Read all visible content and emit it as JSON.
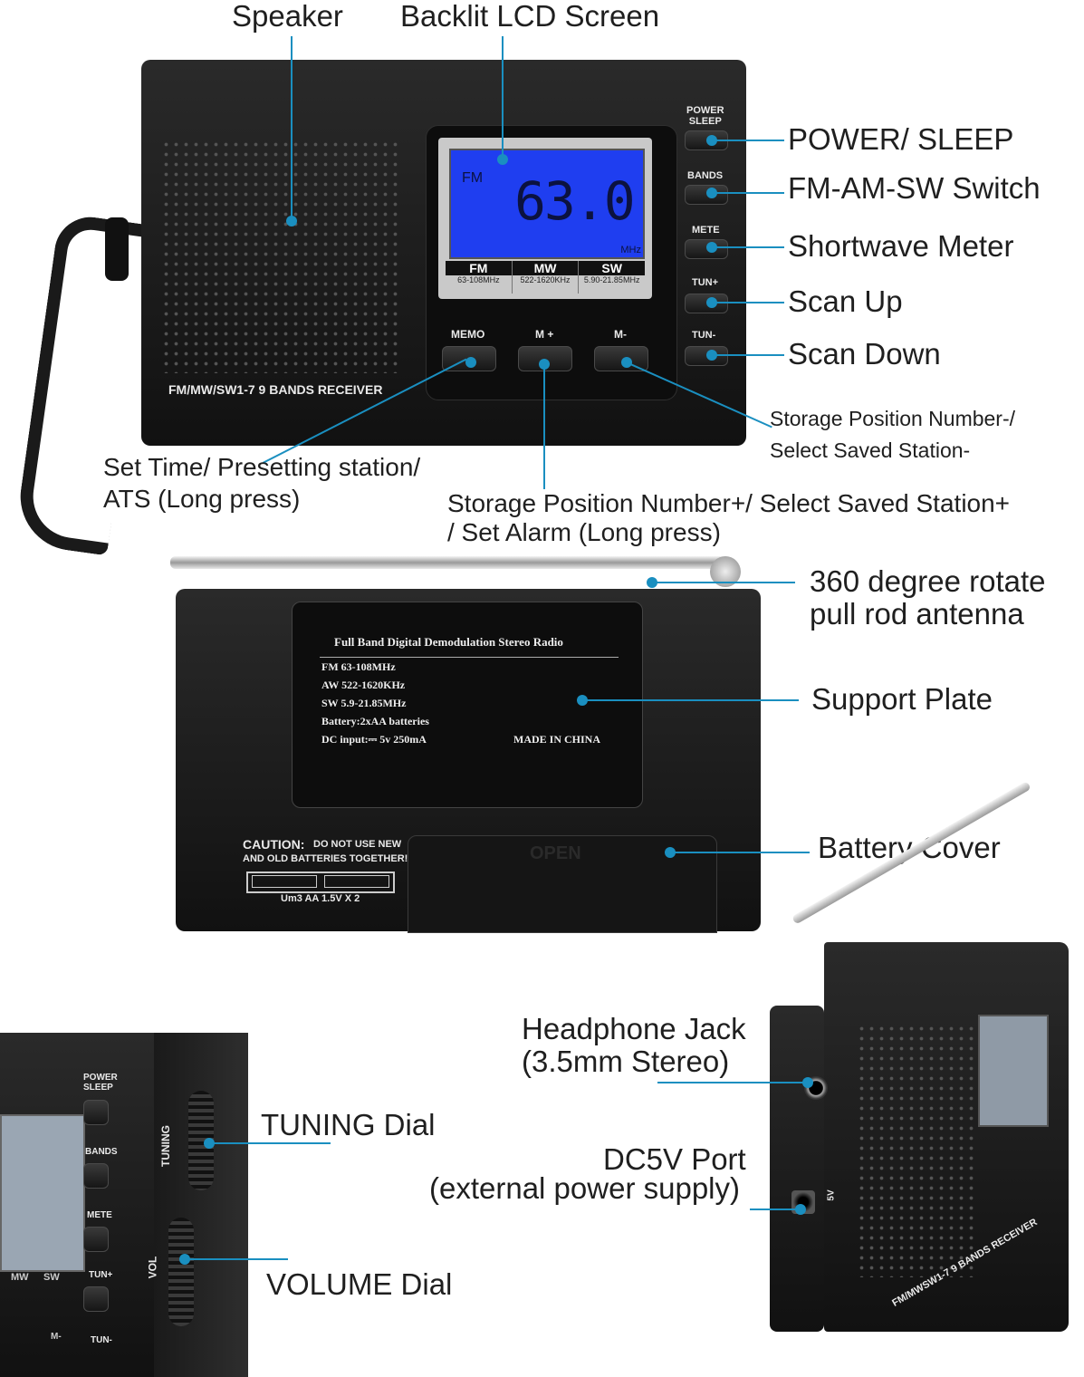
{
  "front": {
    "labels": {
      "speaker": "Speaker",
      "lcd": "Backlit LCD Screen",
      "power": "POWER/ SLEEP",
      "bands": "FM-AM-SW Switch",
      "meter": "Shortwave Meter",
      "scan_up": "Scan Up",
      "scan_down": "Scan Down",
      "mminus_1": "Storage Position Number-/",
      "mminus_2": "Select Saved Station-",
      "memo_1": "Set Time/ Presetting station/",
      "memo_2": "ATS (Long press)",
      "mplus_1": "Storage Position Number+/ Select Saved Station+",
      "mplus_2": "/ Set Alarm (Long press)"
    },
    "device": {
      "model_text": "FM/MW/SW1-7  9 BANDS RECEIVER",
      "lcd_band": "FM",
      "lcd_freq": "63.0",
      "lcd_unit": "MHz",
      "bands": [
        {
          "name": "FM",
          "range": "63-108MHz"
        },
        {
          "name": "MW",
          "range": "522-1620KHz"
        },
        {
          "name": "SW",
          "range": "5.90-21.85MHz"
        }
      ],
      "side_buttons": [
        {
          "label": "POWER\nSLEEP"
        },
        {
          "label": "BANDS"
        },
        {
          "label": "METE"
        },
        {
          "label": "TUN+"
        },
        {
          "label": "TUN-"
        }
      ],
      "bottom_buttons": [
        "MEMO",
        "M +",
        "M-"
      ]
    }
  },
  "back": {
    "labels": {
      "antenna_1": "360 degree rotate",
      "antenna_2": "pull rod antenna",
      "support": "Support Plate",
      "battery": "Battery Cover"
    },
    "plate": {
      "title": "Full Band Digital Demodulation Stereo Radio",
      "lines": [
        "FM  63-108MHz",
        "AW  522-1620KHz",
        "SW  5.9-21.85MHz",
        "Battery:2xAA  batteries",
        "DC input:⎓ 5v 250mA"
      ],
      "made_in": "MADE IN CHINA"
    },
    "caution_1": "CAUTION:",
    "caution_2": "DO NOT USE NEW",
    "caution_3": "AND OLD BATTERIES TOGETHER!",
    "battery_spec": "Um3 AA 1.5V X 2",
    "open_text": "OPEN"
  },
  "side_left": {
    "labels": {
      "tuning": "TUNING Dial",
      "volume": "VOLUME Dial"
    },
    "device": {
      "tuning": "TUNING",
      "vol": "VOL",
      "buttons": [
        "POWER SLEEP",
        "BANDS",
        "METE",
        "TUN+",
        "TUN-"
      ],
      "bands": [
        "MW",
        "SW"
      ],
      "m_minus": "M-"
    }
  },
  "side_right": {
    "labels": {
      "jack_1": "Headphone Jack",
      "jack_2": "(3.5mm Stereo)",
      "dc_1": "DC5V Port",
      "dc_2": "(external power supply)"
    },
    "device": {
      "model_text": "FM/MWSW1-7 9 BANDS RECEIVER",
      "dc_mark": "5V"
    }
  },
  "colors": {
    "accent": "#1a8fc0",
    "lcd": "#1f3ef0",
    "body": "#161616"
  }
}
